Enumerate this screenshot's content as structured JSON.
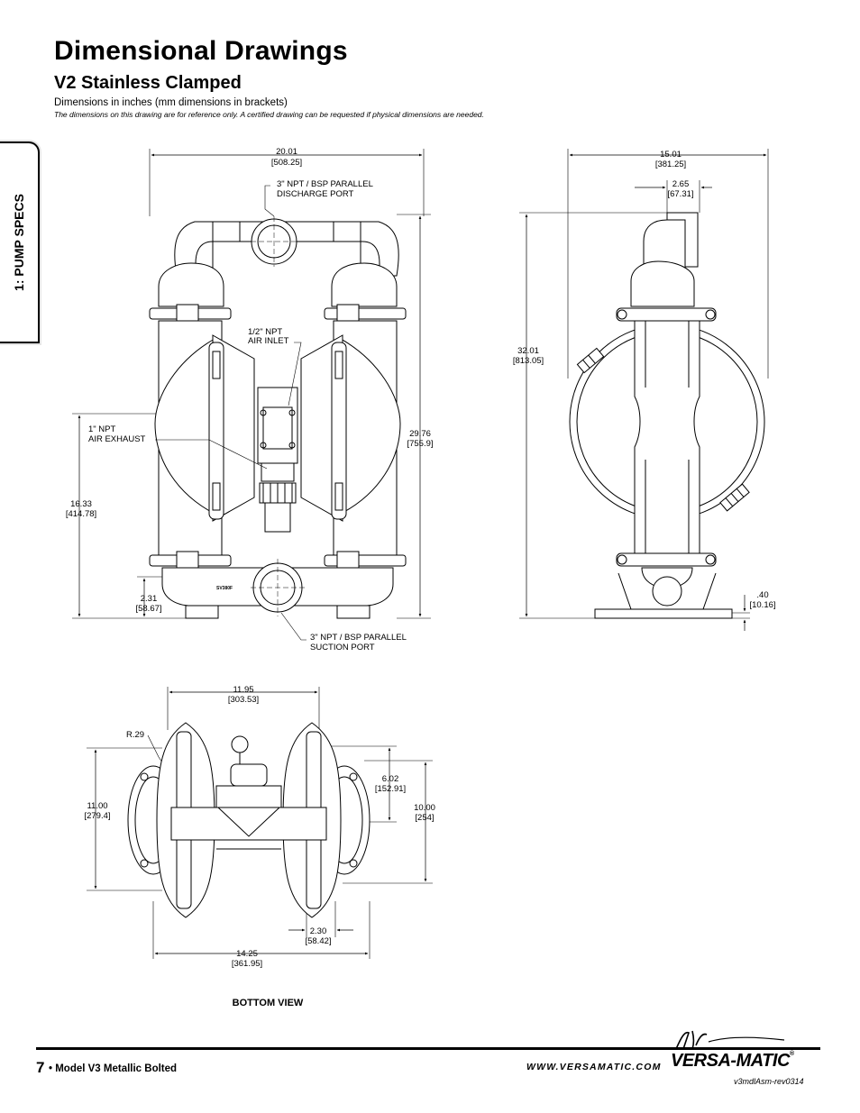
{
  "header": {
    "title": "Dimensional Drawings",
    "subtitle": "V2 Stainless Clamped",
    "dims_note": "Dimensions in inches (mm dimensions in brackets)",
    "disclaimer": "The dimensions on this drawing are for reference only.  A certified drawing can be requested if physical dimensions are needed."
  },
  "side_tab": {
    "label": "1: PUMP SPECS"
  },
  "front_view": {
    "width_in": "20.01",
    "width_mm": "[508.25]",
    "discharge_l1": "3\" NPT / BSP PARALLEL",
    "discharge_l2": "DISCHARGE PORT",
    "air_inlet_l1": "1/2\" NPT",
    "air_inlet_l2": "AIR INLET",
    "exhaust_l1": "1\" NPT",
    "exhaust_l2": "AIR EXHAUST",
    "height_in": "29.76",
    "height_mm": "[755.9]",
    "left_h_in": "16.33",
    "left_h_mm": "[414.78]",
    "base_in": "2.31",
    "base_mm": "[58.67]",
    "suction_l1": "3\" NPT / BSP PARALLEL",
    "suction_l2": "SUCTION PORT",
    "plate": "SV380F"
  },
  "side_view": {
    "width_in": "15.01",
    "width_mm": "[381.25]",
    "offset_in": "2.65",
    "offset_mm": "[67.31]",
    "height_in": "32.01",
    "height_mm": "[813.05]",
    "foot_in": ".40",
    "foot_mm": "[10.16]"
  },
  "bottom_view": {
    "top_w_in": "11.95",
    "top_w_mm": "[303.53]",
    "radius": "R.29",
    "left_h_in": "11.00",
    "left_h_mm": "[279.4]",
    "mid_h_in": "6.02",
    "mid_h_mm": "[152.91]",
    "right_h_in": "10.00",
    "right_h_mm": "[254]",
    "small_w_in": "2.30",
    "small_w_mm": "[58.42]",
    "bottom_w_in": "14.25",
    "bottom_w_mm": "[361.95]",
    "caption": "BOTTOM VIEW"
  },
  "footer": {
    "page_number": "7",
    "model": "• Model V3 Metallic Bolted",
    "url": "WWW.VERSAMATIC.COM",
    "brand": "VERSA-MATIC",
    "brand_mark": "®",
    "revision": "v3mdlAsm-rev0314"
  }
}
